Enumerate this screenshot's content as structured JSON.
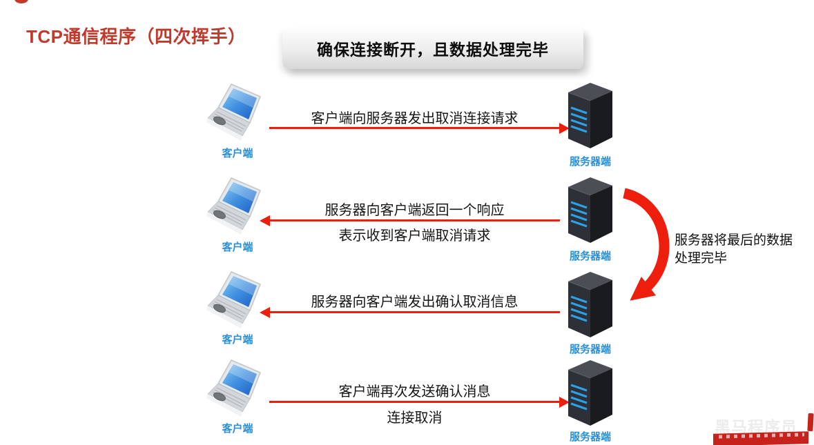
{
  "page": {
    "title": "TCP通信程序（四次挥手）"
  },
  "banner": {
    "text": "确保连接断开，且数据处理完毕"
  },
  "node_labels": {
    "client": "客户端",
    "server": "服务器端"
  },
  "steps": [
    {
      "direction": "right",
      "text_above": "客户端向服务器发出取消连接请求"
    },
    {
      "direction": "left",
      "text_above": "服务器向客户端返回一个响应",
      "text_below": "表示收到客户端取消请求"
    },
    {
      "direction": "left",
      "text_above": "服务器向客户端发出确认取消信息"
    },
    {
      "direction": "right",
      "text_above": "客户端再次发送确认消息",
      "text_below": "连接取消"
    }
  ],
  "side_annotation": {
    "line1": "服务器将最后的数据",
    "line2": "处理完毕"
  },
  "watermark": {
    "brand": "黑马程序员"
  },
  "colors": {
    "title_red": "#c0392b",
    "arrow_red": "#ee1e0d",
    "label_blue": "#2b8fd8",
    "banner_top": "#fefefe",
    "banner_bottom": "#d7d7d7",
    "server_dark": "#2d3036",
    "server_led_blue": "#2aa2ea",
    "laptop_screen_blue": "#2f7fd8"
  }
}
